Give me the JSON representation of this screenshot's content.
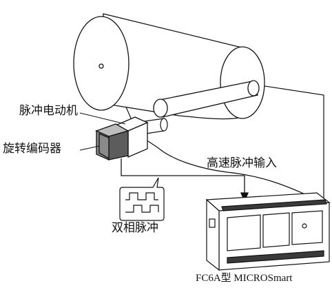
{
  "labels": {
    "pulse_motor": "脉冲电动机",
    "rotary_encoder": "旋转编码器",
    "high_speed_pulse_input": "高速脉冲输入",
    "two_phase_pulse": "双相脉冲",
    "plc_model": "FC6A型 MICROSmart"
  },
  "colors": {
    "line": "#111111",
    "encoder_front": "#8a8a8a",
    "encoder_side": "#5c5c5c",
    "plc_body": "#ffffff",
    "plc_terminals": "#3a3a3a"
  },
  "icons": {
    "roller": "large-roller-icon",
    "small_roller": "small-roller-icon",
    "motor": "pulse-motor-icon",
    "encoder": "rotary-encoder-icon",
    "waveform": "two-phase-waveform-icon",
    "plc": "plc-unit-icon"
  }
}
